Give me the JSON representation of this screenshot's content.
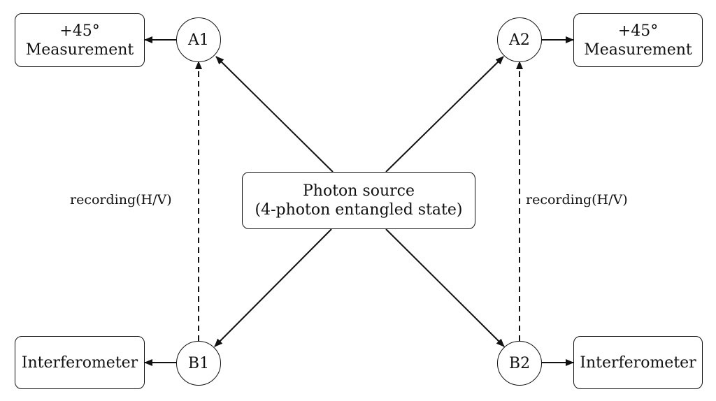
{
  "source": {
    "line1": "Photon source",
    "line2": "(4-photon entangled state)"
  },
  "nodes": {
    "a1": "A1",
    "a2": "A2",
    "b1": "B1",
    "b2": "B2"
  },
  "measurement_left": {
    "line1": "+45°",
    "line2": "Measurement"
  },
  "measurement_right": {
    "line1": "+45°",
    "line2": "Measurement"
  },
  "interferometer_left": "Interferometer",
  "interferometer_right": "Interferometer",
  "recording_left": "recording(H/V)",
  "recording_right": "recording(H/V)",
  "colors": {
    "stroke": "#111111",
    "background": "#ffffff"
  }
}
